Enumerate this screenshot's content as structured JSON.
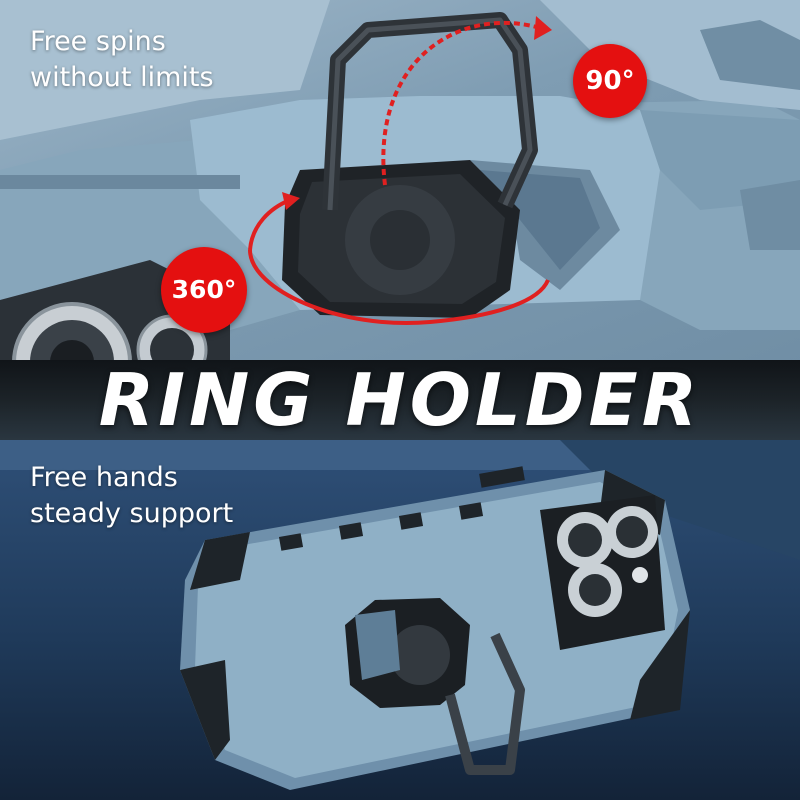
{
  "captions": {
    "top": {
      "line1": "Free spins",
      "line2": "without limits"
    },
    "bottom": {
      "line1": "Free hands",
      "line2": "steady support"
    }
  },
  "banner": {
    "title": "RING HOLDER"
  },
  "badges": {
    "rotation_top": "90°",
    "rotation_bottom": "360°"
  },
  "colors": {
    "badge": "#e41010",
    "case": "#8fb0c6",
    "ring": "#2a2e33",
    "banner": "#161c21"
  },
  "icons": {
    "rotation_arrows": "curved-arrow-icon"
  }
}
